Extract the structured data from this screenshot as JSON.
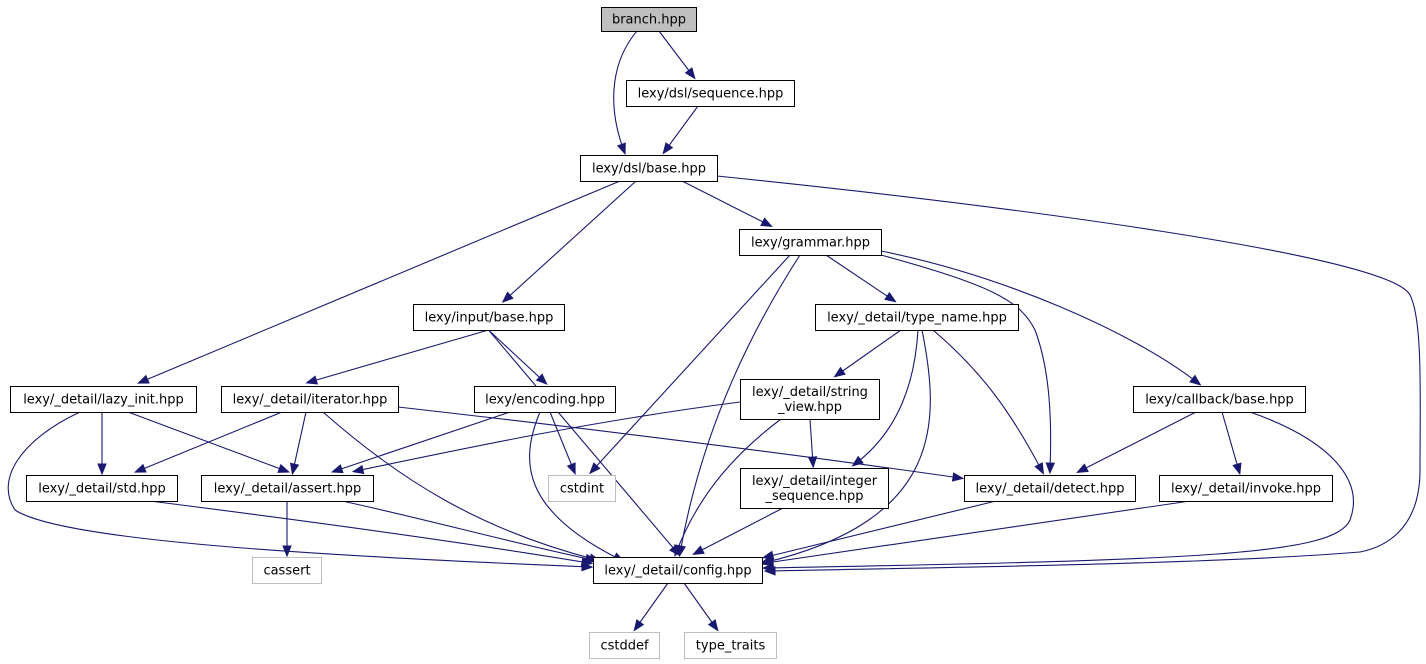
{
  "diagram": {
    "title": "branch.hpp include dependency graph",
    "colors": {
      "edge": "#191970",
      "root_fill": "#bfbfbf",
      "external_border": "#bfbfbf",
      "node_border": "#000000"
    },
    "nodes": [
      {
        "id": "branch",
        "label": "branch.hpp",
        "kind": "root"
      },
      {
        "id": "sequence",
        "label": "lexy/dsl/sequence.hpp",
        "kind": "file"
      },
      {
        "id": "dslbase",
        "label": "lexy/dsl/base.hpp",
        "kind": "file"
      },
      {
        "id": "grammar",
        "label": "lexy/grammar.hpp",
        "kind": "file"
      },
      {
        "id": "inputbase",
        "label": "lexy/input/base.hpp",
        "kind": "file"
      },
      {
        "id": "typename",
        "label": "lexy/_detail/type_name.hpp",
        "kind": "file"
      },
      {
        "id": "lazyinit",
        "label": "lexy/_detail/lazy_init.hpp",
        "kind": "file"
      },
      {
        "id": "iterator",
        "label": "lexy/_detail/iterator.hpp",
        "kind": "file"
      },
      {
        "id": "encoding",
        "label": "lexy/encoding.hpp",
        "kind": "file"
      },
      {
        "id": "stringview",
        "label": "lexy/_detail/string\n_view.hpp",
        "kind": "file"
      },
      {
        "id": "callbackbase",
        "label": "lexy/callback/base.hpp",
        "kind": "file"
      },
      {
        "id": "std",
        "label": "lexy/_detail/std.hpp",
        "kind": "file"
      },
      {
        "id": "assert",
        "label": "lexy/_detail/assert.hpp",
        "kind": "file"
      },
      {
        "id": "cstdint",
        "label": "cstdint",
        "kind": "external"
      },
      {
        "id": "intseq",
        "label": "lexy/_detail/integer\n_sequence.hpp",
        "kind": "file"
      },
      {
        "id": "detect",
        "label": "lexy/_detail/detect.hpp",
        "kind": "file"
      },
      {
        "id": "invoke",
        "label": "lexy/_detail/invoke.hpp",
        "kind": "file"
      },
      {
        "id": "cassert",
        "label": "cassert",
        "kind": "external"
      },
      {
        "id": "config",
        "label": "lexy/_detail/config.hpp",
        "kind": "file"
      },
      {
        "id": "cstddef",
        "label": "cstddef",
        "kind": "external"
      },
      {
        "id": "typetraits",
        "label": "type_traits",
        "kind": "external"
      }
    ],
    "edges": [
      {
        "from": "branch",
        "to": "sequence"
      },
      {
        "from": "branch",
        "to": "dslbase"
      },
      {
        "from": "sequence",
        "to": "dslbase"
      },
      {
        "from": "dslbase",
        "to": "grammar"
      },
      {
        "from": "dslbase",
        "to": "inputbase"
      },
      {
        "from": "dslbase",
        "to": "lazyinit"
      },
      {
        "from": "dslbase",
        "to": "config"
      },
      {
        "from": "grammar",
        "to": "typename"
      },
      {
        "from": "grammar",
        "to": "callbackbase"
      },
      {
        "from": "grammar",
        "to": "detect"
      },
      {
        "from": "grammar",
        "to": "cstdint"
      },
      {
        "from": "grammar",
        "to": "config"
      },
      {
        "from": "inputbase",
        "to": "iterator"
      },
      {
        "from": "inputbase",
        "to": "encoding"
      },
      {
        "from": "inputbase",
        "to": "config"
      },
      {
        "from": "typename",
        "to": "stringview"
      },
      {
        "from": "typename",
        "to": "intseq"
      },
      {
        "from": "typename",
        "to": "detect"
      },
      {
        "from": "typename",
        "to": "config"
      },
      {
        "from": "lazyinit",
        "to": "std"
      },
      {
        "from": "lazyinit",
        "to": "assert"
      },
      {
        "from": "lazyinit",
        "to": "config"
      },
      {
        "from": "iterator",
        "to": "std"
      },
      {
        "from": "iterator",
        "to": "assert"
      },
      {
        "from": "iterator",
        "to": "detect"
      },
      {
        "from": "iterator",
        "to": "config"
      },
      {
        "from": "encoding",
        "to": "assert"
      },
      {
        "from": "encoding",
        "to": "cstdint"
      },
      {
        "from": "encoding",
        "to": "config"
      },
      {
        "from": "stringview",
        "to": "assert"
      },
      {
        "from": "stringview",
        "to": "intseq"
      },
      {
        "from": "stringview",
        "to": "config"
      },
      {
        "from": "callbackbase",
        "to": "detect"
      },
      {
        "from": "callbackbase",
        "to": "invoke"
      },
      {
        "from": "callbackbase",
        "to": "config"
      },
      {
        "from": "std",
        "to": "config"
      },
      {
        "from": "assert",
        "to": "cassert"
      },
      {
        "from": "assert",
        "to": "config"
      },
      {
        "from": "intseq",
        "to": "config"
      },
      {
        "from": "detect",
        "to": "config"
      },
      {
        "from": "invoke",
        "to": "config"
      },
      {
        "from": "config",
        "to": "cstddef"
      },
      {
        "from": "config",
        "to": "typetraits"
      }
    ]
  }
}
